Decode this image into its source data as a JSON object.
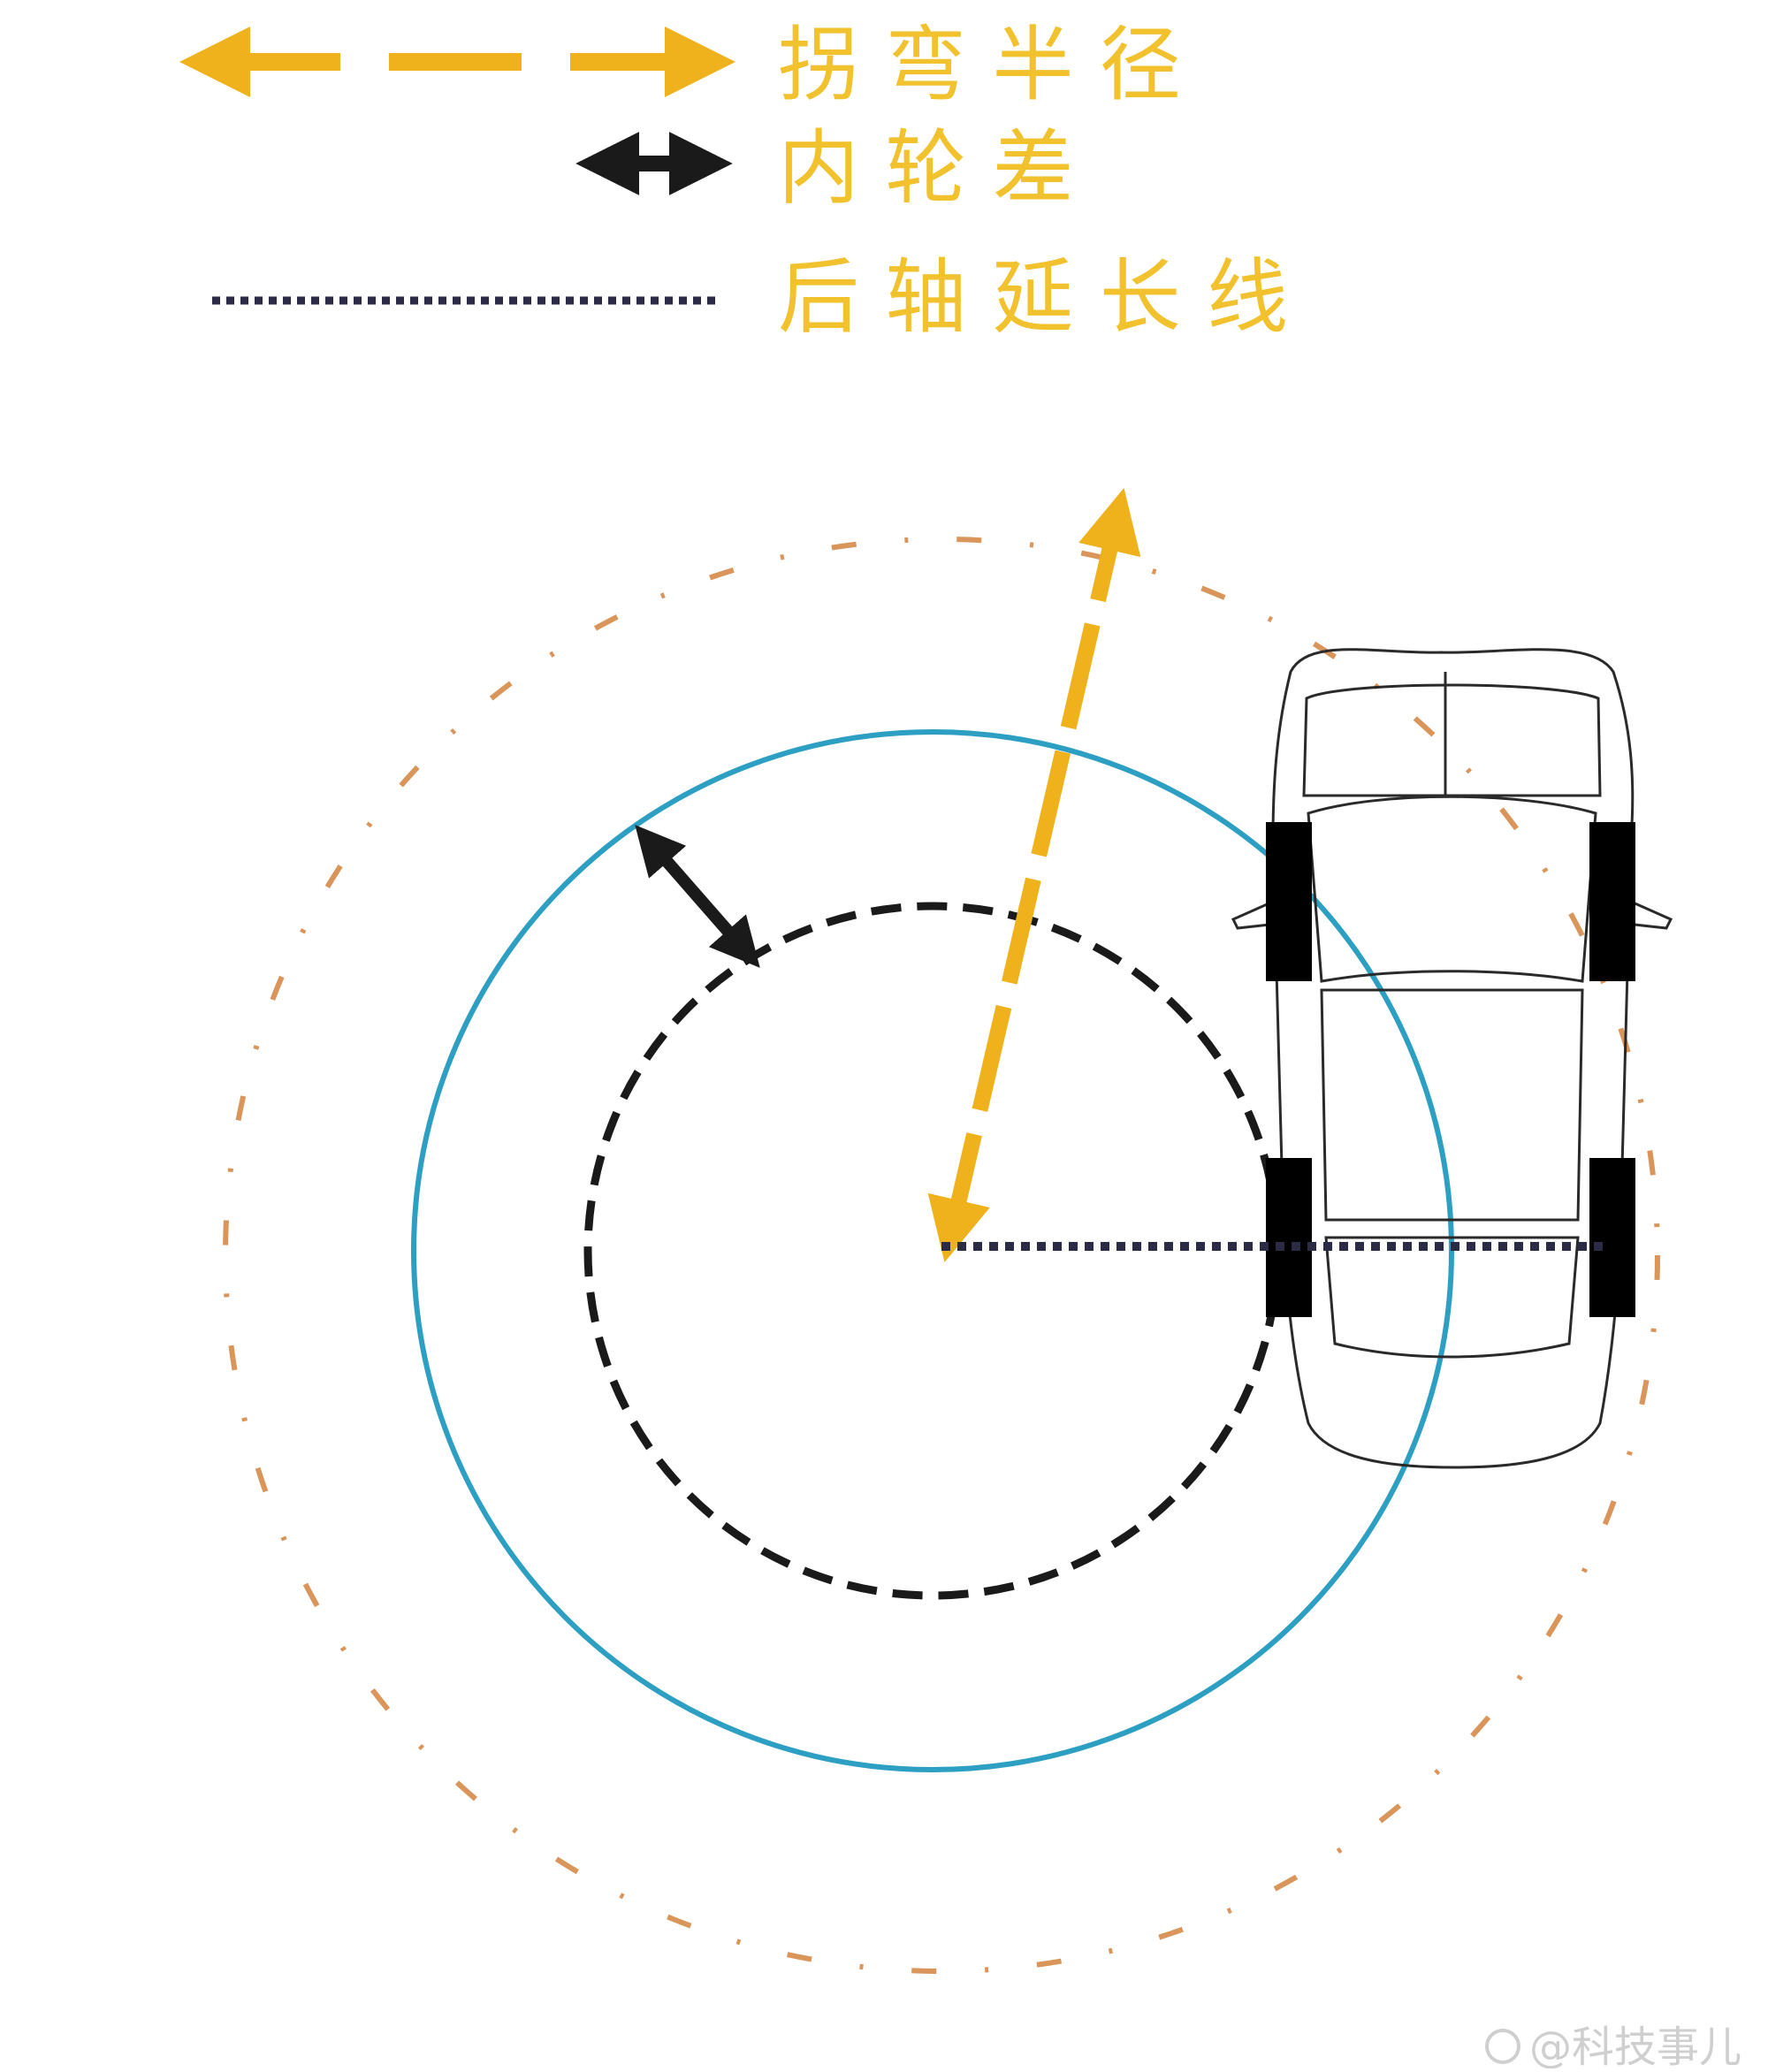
{
  "legend": {
    "turning_radius_label": "拐 弯 半 径",
    "inner_wheel_diff_label": "内 轮 差",
    "rear_axle_ext_label": "后 轴 延 长 线"
  },
  "watermark": "@科技事儿",
  "colors": {
    "turning_radius": "#f0b21c",
    "inner_wheel_diff": "#1a1a1a",
    "rear_axle_ext": "#2b2b45",
    "blue_circle": "#2d9fc2",
    "outer_circle": "#d9955a",
    "legend_text": "#f2c12e"
  }
}
